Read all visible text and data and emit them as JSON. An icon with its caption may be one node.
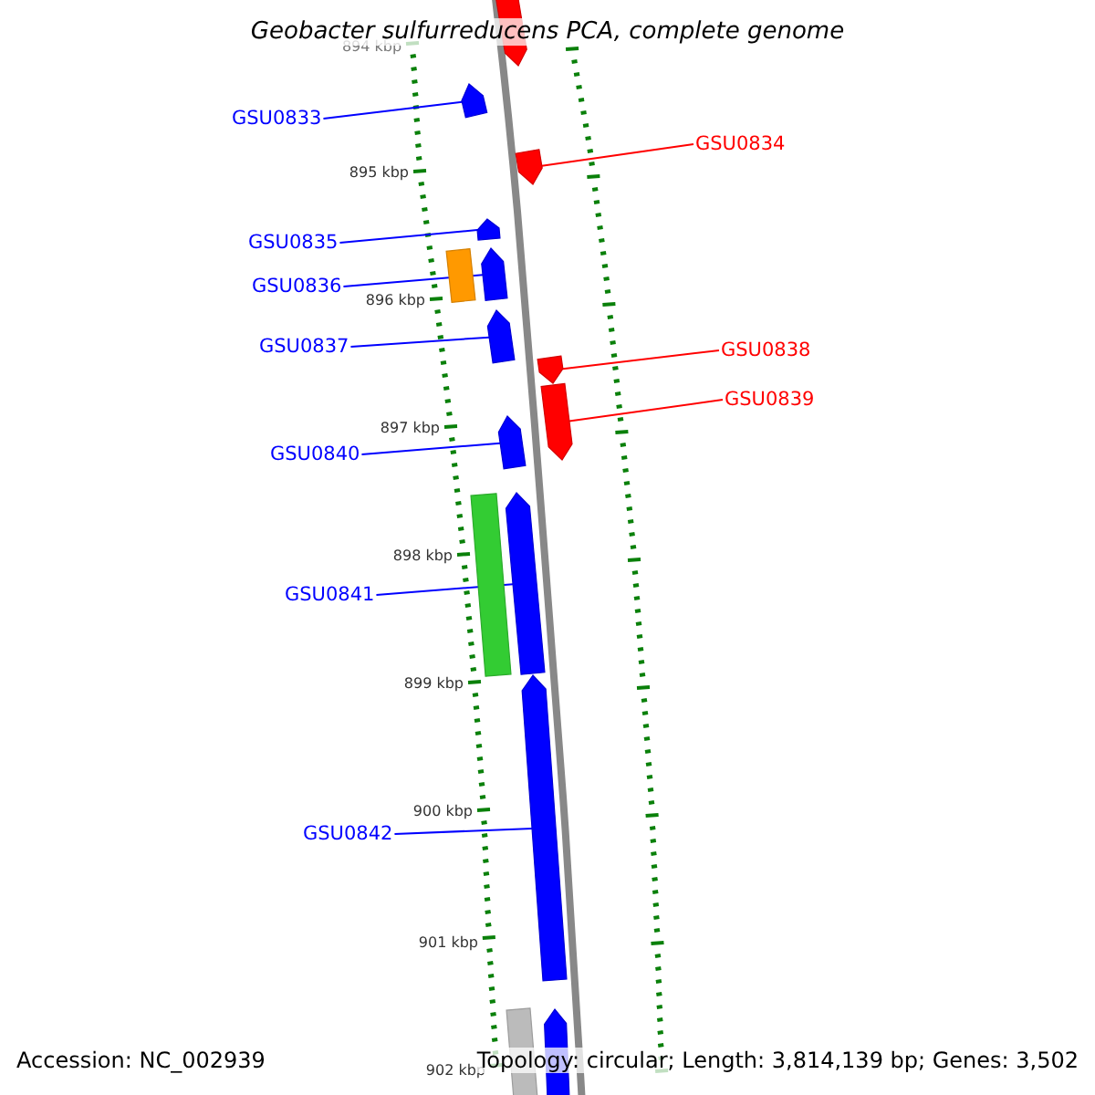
{
  "diagram": {
    "title": "Geobacter sulfurreducens PCA, complete genome",
    "nodes": [
      {
        "text": [
          "GSU0833"
        ]
      },
      {
        "text": [
          "GSU0834"
        ]
      },
      {
        "text": [
          "GSU0835"
        ]
      },
      {
        "text": [
          "GSU0836"
        ]
      },
      {
        "text": [
          "GSU0837"
        ]
      },
      {
        "text": [
          "GSU0838"
        ]
      },
      {
        "text": [
          "GSU0839"
        ]
      },
      {
        "text": [
          "GSU0840"
        ]
      },
      {
        "text": [
          "GSU0841"
        ]
      },
      {
        "text": [
          "GSU0842"
        ]
      },
      {
        "text": [],
        "shape": "arrow"
      },
      {
        "text": [],
        "shape": "arrow"
      },
      {
        "text": [],
        "shape": "arrow"
      },
      {
        "text": [],
        "shape": "arrow"
      },
      {
        "text": [],
        "shape": "arrow"
      },
      {
        "text": [],
        "shape": "bar"
      },
      {
        "text": [],
        "shape": "arrow"
      },
      {
        "text": [],
        "shape": "arrow"
      },
      {
        "text": [],
        "shape": "arrow"
      },
      {
        "text": [],
        "shape": "arrow"
      },
      {
        "text": [],
        "shape": "bar"
      },
      {
        "text": [],
        "shape": "arrow"
      },
      {
        "text": [],
        "shape": "arrow"
      },
      {
        "text": [],
        "shape": "bar"
      },
      {
        "text": [],
        "shape": "arrow"
      }
    ],
    "edges": [
      {
        "from": 0,
        "to": 11,
        "arrow": "none"
      },
      {
        "from": 1,
        "to": 12,
        "arrow": "none",
        "color": "#ff0000"
      },
      {
        "from": 2,
        "to": 13,
        "arrow": "none"
      },
      {
        "from": 3,
        "to": 14,
        "arrow": "none"
      },
      {
        "from": 4,
        "to": 16,
        "arrow": "none"
      },
      {
        "from": 5,
        "to": 17,
        "arrow": "none",
        "color": "#ff0000"
      },
      {
        "from": 6,
        "to": 18,
        "arrow": "none",
        "color": "#ff0000"
      },
      {
        "from": 7,
        "to": 19,
        "arrow": "none"
      },
      {
        "from": 8,
        "to": 21,
        "arrow": "none"
      },
      {
        "from": 9,
        "to": 22,
        "arrow": "none"
      }
    ],
    "labels": [
      "894 kbp",
      "895 kbp",
      "896 kbp",
      "897 kbp",
      "898 kbp",
      "899 kbp",
      "900 kbp",
      "901 kbp",
      "902 kbp",
      "Accession: NC_002939",
      "Topology: circular; Length: 3,814,139 bp; Genes: 3,502"
    ]
  }
}
